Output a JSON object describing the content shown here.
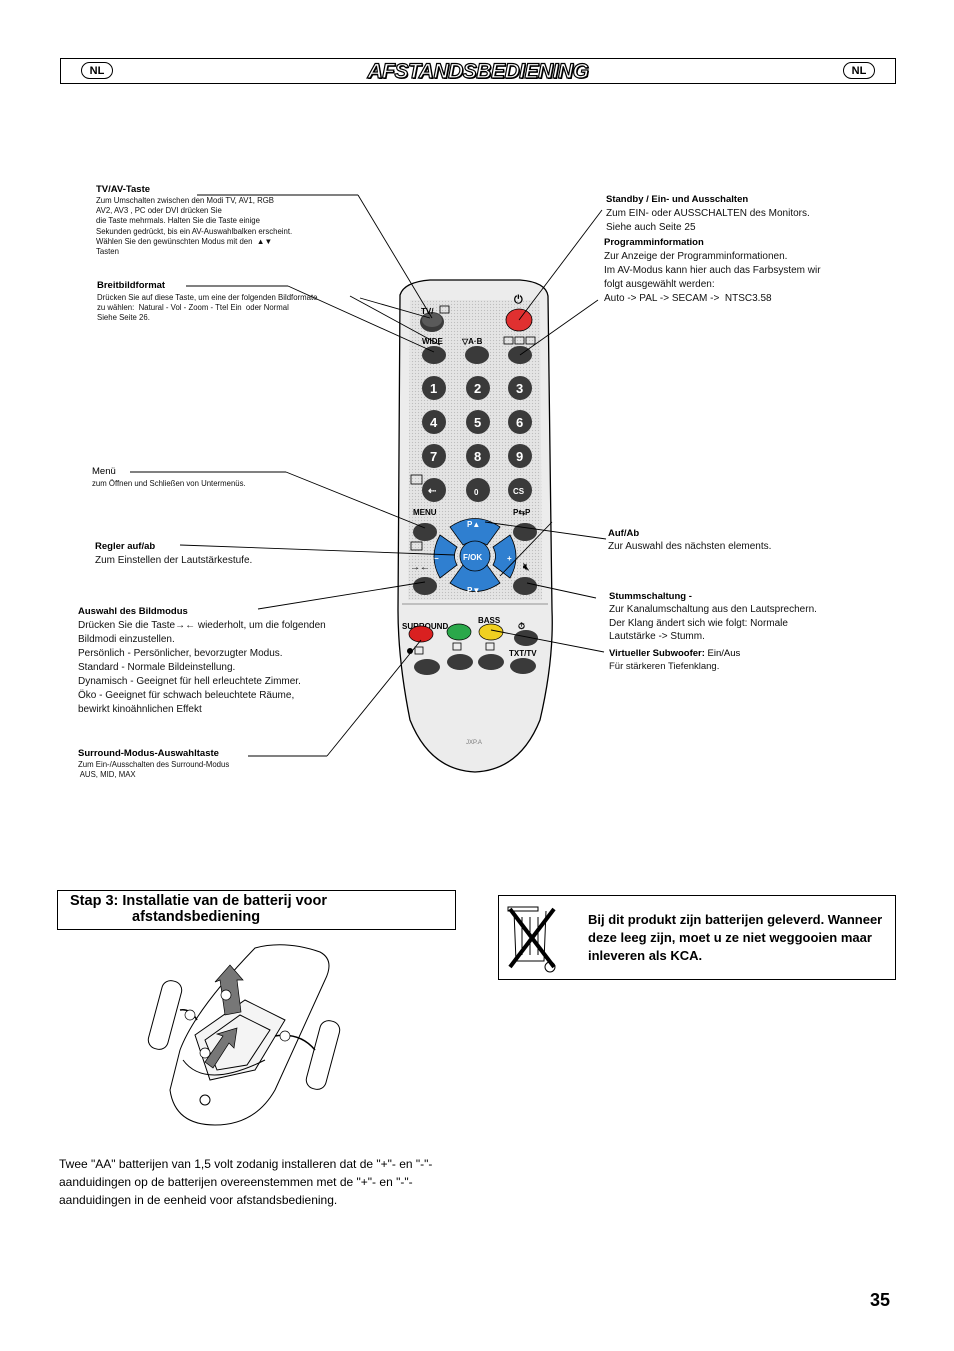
{
  "header": {
    "badge_left": "NL",
    "title": "AFSTANDSBEDIENING",
    "badge_right": "NL"
  },
  "remote": {
    "keys": {
      "tv_av": "TV/",
      "wide": "WIDE",
      "ab": "▽A·B",
      "num": [
        "1",
        "2",
        "3",
        "4",
        "5",
        "6",
        "7",
        "8",
        "9"
      ],
      "zero": "0",
      "cs": "CS",
      "menu": "MENU",
      "pp": "P⇆P",
      "p_up": "P▲",
      "p_down": "P▼",
      "fok": "F/OK",
      "surround": "SURROUND",
      "bass": "BASS",
      "txt_tv": "TXT/TV",
      "minus": "−",
      "plus": "+",
      "model": "JXP.A"
    }
  },
  "callouts": {
    "tvav": {
      "title": "TV/AV-Taste",
      "desc": "Zum Umschalten zwischen den Modi TV, AV1, RGB\nAV2, AV3 , PC oder DVI drücken Sie\ndie Taste mehrmals. Halten Sie die Taste einige\nSekunden gedrückt, bis ein AV-Auswahlbalken erscheint.\nWählen Sie den gewünschten Modus mit den  ▲▼\nTasten"
    },
    "breitbild": {
      "title": "Breitbildformat",
      "desc": "Drücken Sie auf diese Taste, um eine der folgenden Bildformate\nzu wählen:  Natural - Vol - Zoom - Ttel Ein  oder Normal\nSiehe Seite 26."
    },
    "menu": {
      "title": "Menü",
      "desc": "zum Öffnen und Schließen von Untermenüs."
    },
    "regler": {
      "title": "Regler auf/ab",
      "desc": "Zum Einstellen der Lautstärkestufe."
    },
    "bildmodus": {
      "title": "Auswahl des Bildmodus",
      "desc": "Drücken Sie die Taste→← wiederholt, um die folgenden\nBildmodi einzustellen.\nPersönlich - Persönlicher, bevorzugter Modus.\nStandard - Normale Bildeinstellung.\nDynamisch - Geeignet für hell erleuchtete Zimmer.\nÖko - Geeignet für schwach beleuchtete Räume,\nbewirkt kinoähnlichen Effekt"
    },
    "surround": {
      "title": "Surround-Modus-Auswahltaste",
      "desc": "Zum Ein-/Ausschalten des Surround-Modus\n AUS, MID, MAX"
    },
    "standby": {
      "title": "Standby / Ein- und Ausschalten",
      "desc": "Zum EIN- oder AUSSCHALTEN des Monitors.\nSiehe auch Seite 25"
    },
    "programm": {
      "title": "Programminformation",
      "desc": "Zur Anzeige der Programminformationen.\nIm AV-Modus kann hier auch das Farbsystem wir\nfolgt ausgewählt werden:\nAuto -> PAL -> SECAM ->  NTSC3.58"
    },
    "aufab": {
      "title": "Auf/Ab",
      "desc": "Zur Auswahl des nächsten elements."
    },
    "stumm": {
      "title": "Stummschaltung -",
      "desc": "Zur Kanalumschaltung aus den Lautsprechern.\nDer Klang ändert sich wie folgt: Normale\nLautstärke -> Stumm."
    },
    "subwoofer": {
      "title": "Virtueller Subwoofer:",
      "title_suffix": " Ein/Aus",
      "desc": "Für stärkeren Tiefenklang."
    }
  },
  "step3": {
    "line1": "Stap 3: Installatie van de batterij voor",
    "line2": "afstandsbediening"
  },
  "battery_text": "Twee \"AA\" batterijen van 1,5 volt zodanig installeren dat de \"+\"- en \"-\"-aanduidingen op de batterijen overeenstemmen met de \"+\"- en \"-\"-aanduidingen in de eenheid voor  afstandsbediening.",
  "kca_text": "Bij dit produkt zijn batterijen geleverd. Wanneer deze leeg zijn, moet u ze niet weggooien maar inleveren als KCA.",
  "page_number": "35",
  "colors": {
    "standby": "#e03030",
    "blue_key": "#2f7fd0",
    "red": "#d92020",
    "green": "#2aa84a",
    "yellow": "#f0d020"
  }
}
